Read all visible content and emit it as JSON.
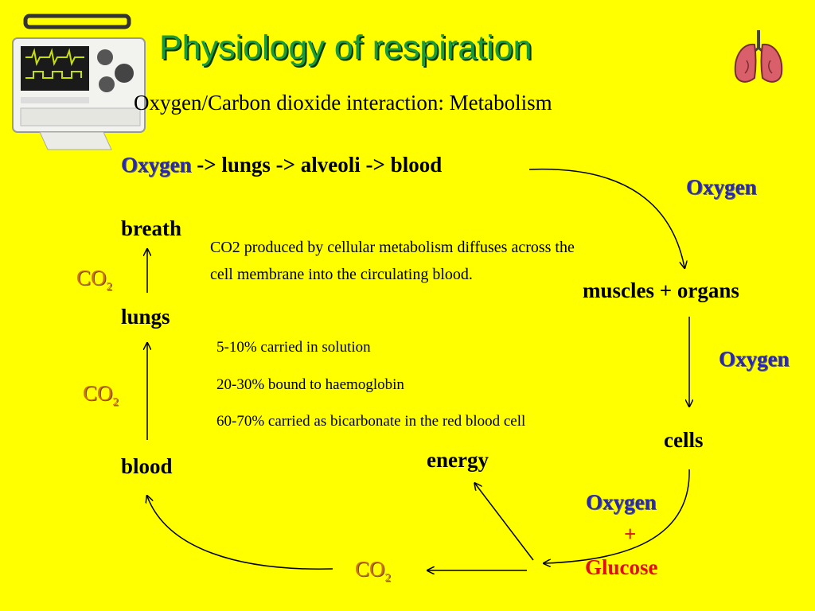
{
  "title": "Physiology of respiration",
  "subtitle": "Oxygen/Carbon dioxide interaction: Metabolism",
  "top_flow": {
    "oxygen": "Oxygen",
    "rest": " -> lungs -> alveoli -> blood"
  },
  "nodes": {
    "breath": "breath",
    "lungs": "lungs",
    "blood": "blood",
    "muscles_organs": "muscles + organs",
    "cells": "cells",
    "energy": "energy"
  },
  "labels": {
    "oxygen_right_top": "Oxygen",
    "oxygen_right_mid": "Oxygen",
    "oxygen_bottom": "Oxygen",
    "plus": "+",
    "glucose": "Glucose",
    "co2_main": "CO",
    "co2_sub": "2"
  },
  "description": "CO2 produced by cellular metabolism diffuses across the cell membrane into the circulating blood.",
  "transport": [
    "5-10% carried in solution",
    "20-30% bound to haemoglobin",
    "60-70% carried as bicarbonate in the red blood cell"
  ],
  "colors": {
    "background": "#FFFF00",
    "title": "#1a9a3a",
    "oxygen": "#2a2aa8",
    "glucose": "#e01010",
    "co2": "#d07010"
  },
  "icons": [
    "defibrillator-monitor-image",
    "lungs-icon"
  ]
}
